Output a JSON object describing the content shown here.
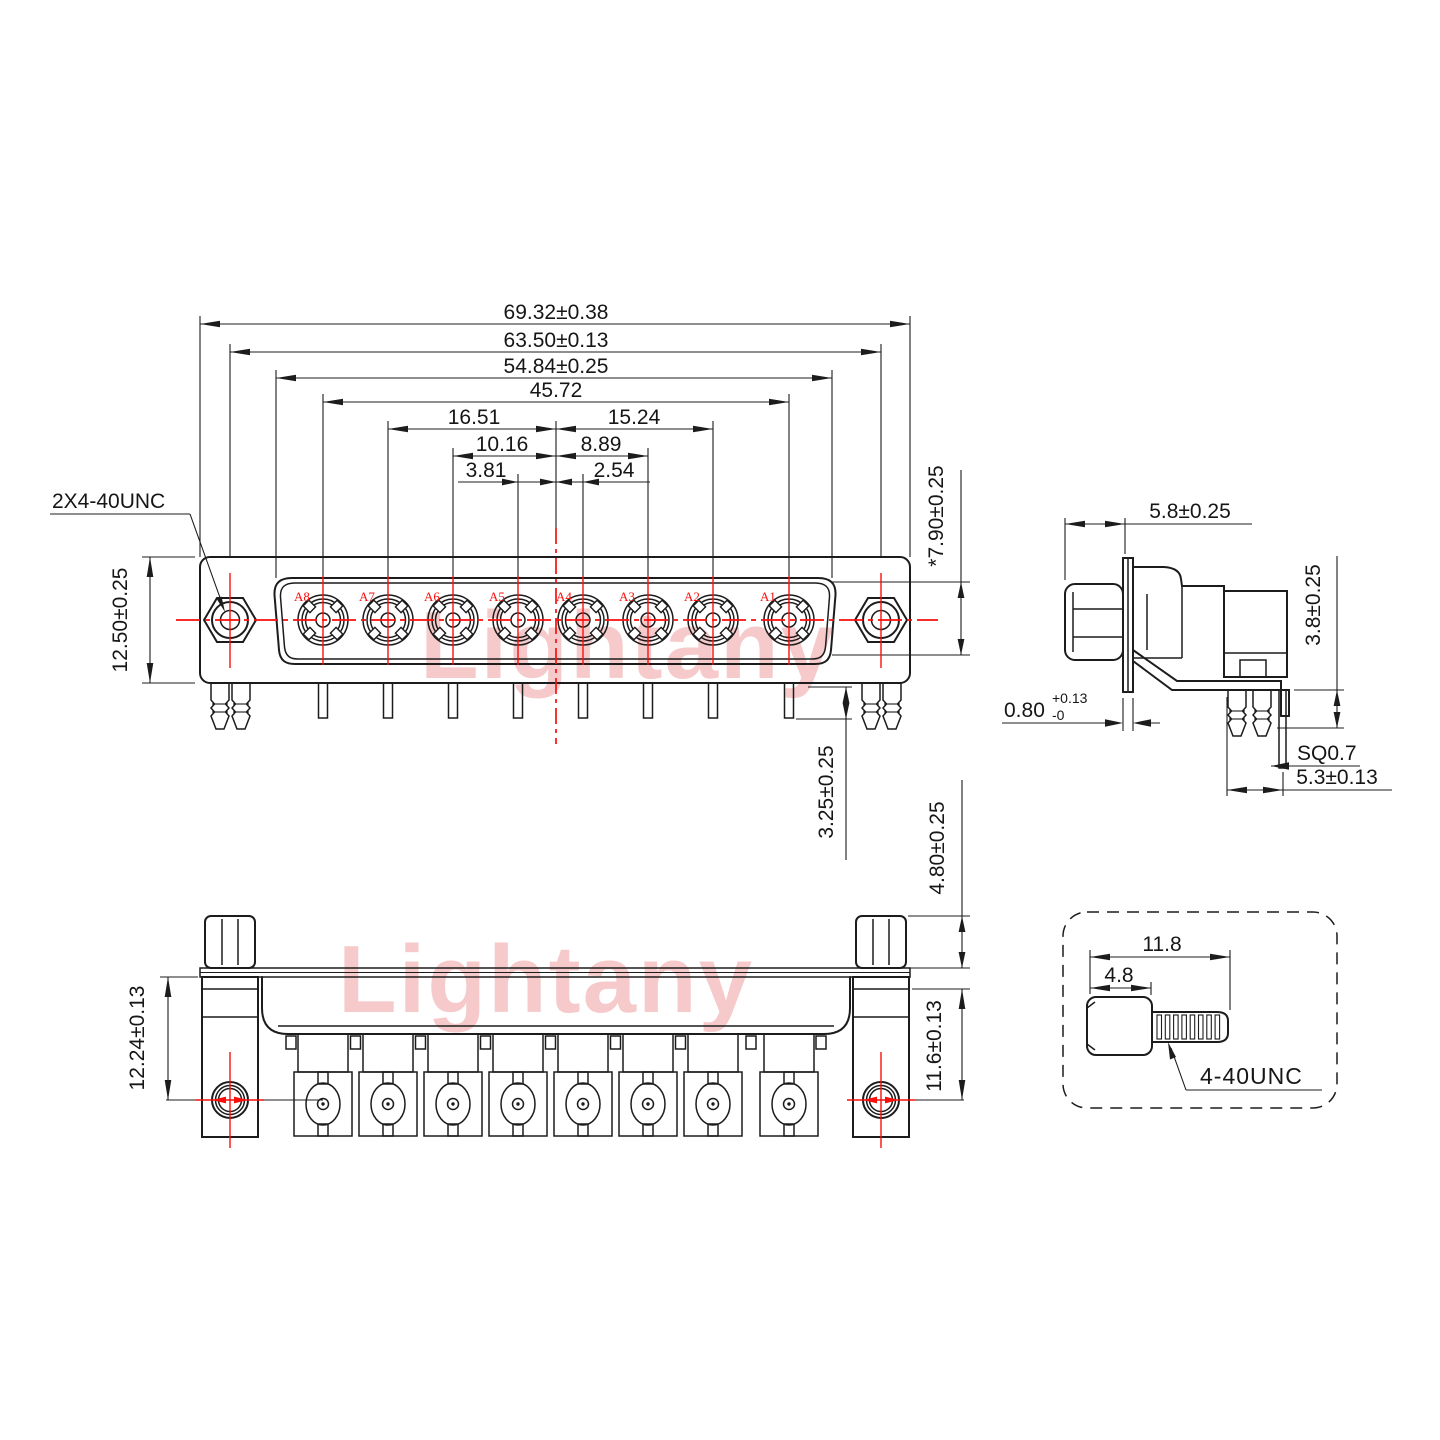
{
  "watermark": "Lightany",
  "front_view": {
    "thread_label": "2X4-40UNC",
    "contacts": [
      "A8",
      "A7",
      "A6",
      "A5",
      "A4",
      "A3",
      "A2",
      "A1"
    ],
    "dim_overall_width": "69.32±0.38",
    "dim_mount_span": "63.50±0.13",
    "dim_shell_width": "54.84±0.25",
    "dim_contact_span": "45.72",
    "dim_a7": "16.51",
    "dim_a2": "15.24",
    "dim_a6": "10.16",
    "dim_a3": "8.89",
    "dim_a5": "3.81",
    "dim_a4": "2.54",
    "dim_height": "12.50±0.25",
    "dim_face_height": "*7.90±0.25",
    "dim_pin_protrusion": "3.25±0.25"
  },
  "side_view": {
    "dim_front_depth": "5.8±0.25",
    "dim_flange_value": "0.80",
    "dim_flange_plus": "+0.13",
    "dim_flange_minus": "-0",
    "dim_leg": "3.8±0.25",
    "pin_label": "SQ0.7",
    "dim_pin_offset": "5.3±0.13"
  },
  "bottom_view": {
    "dim_height": "12.24±0.13",
    "dim_body": "11.6±0.13",
    "dim_hex": "4.80±0.25"
  },
  "screw_detail": {
    "dim_total_length": "11.8",
    "dim_hex_length": "4.8",
    "thread_label": "4-40UNC"
  }
}
